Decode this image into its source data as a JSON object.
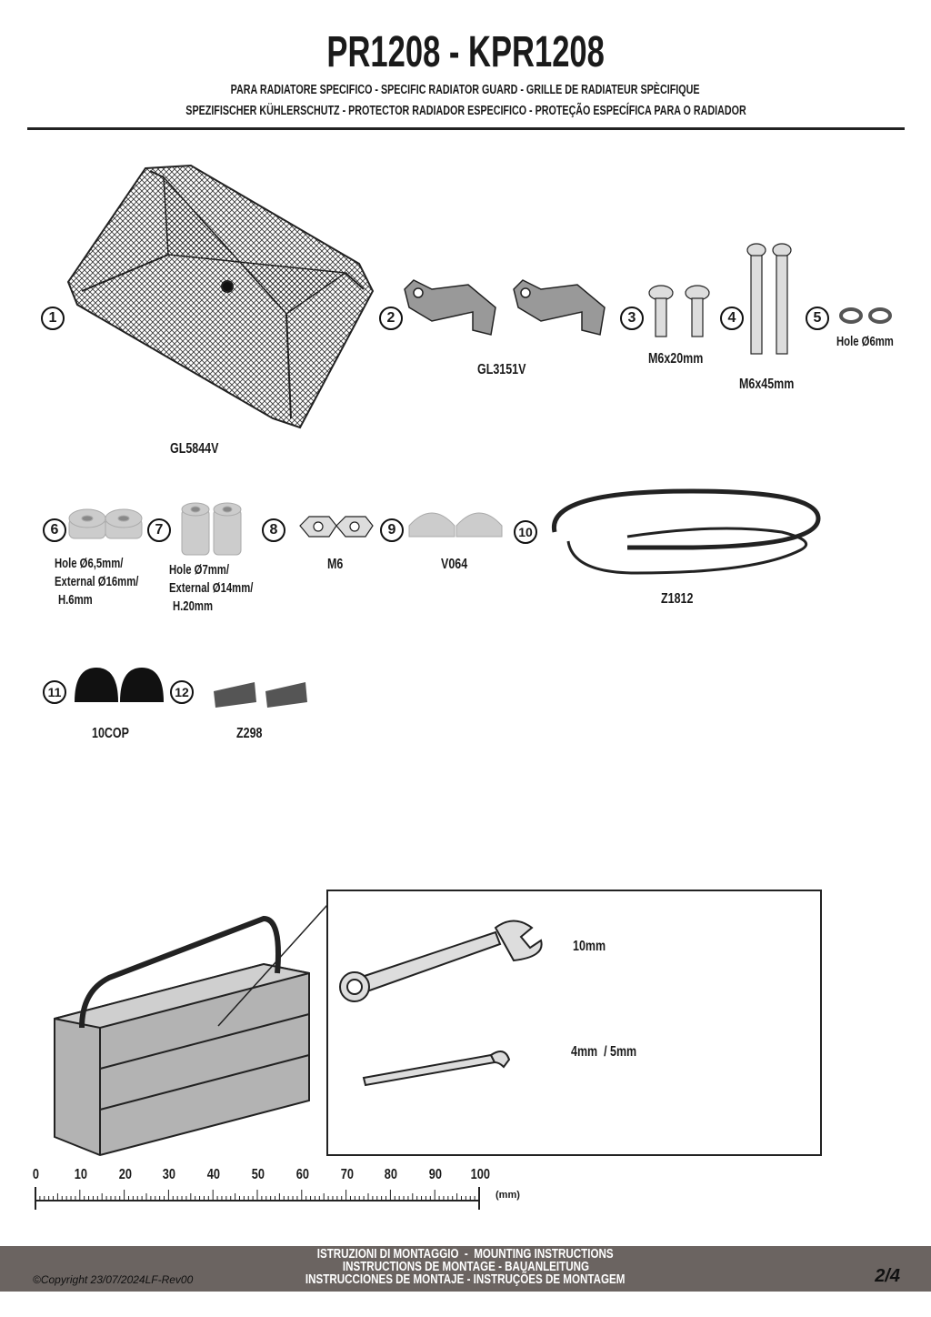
{
  "header": {
    "title": "PR1208 - KPR1208",
    "subtitle_line1": "PARA RADIATORE SPECIFICO - SPECIFIC RADIATOR GUARD - GRILLE DE RADIATEUR SPÈCIFIQUE",
    "subtitle_line2": "SPEZIFISCHER KÜHLERSCHUTZ - PROTECTOR RADIADOR ESPECIFICO - PROTEÇÃO ESPECÍFICA PARA O RADIADOR"
  },
  "parts": [
    {
      "number": "1",
      "label": "GL5844V"
    },
    {
      "number": "2",
      "label": "GL3151V"
    },
    {
      "number": "3",
      "label": "M6x20mm"
    },
    {
      "number": "4",
      "label": "M6x45mm"
    },
    {
      "number": "5",
      "label": "Hole Ø6mm"
    },
    {
      "number": "6",
      "label_lines": [
        "Hole Ø6,5mm/",
        "External Ø16mm/",
        "H.6mm"
      ]
    },
    {
      "number": "7",
      "label_lines": [
        "Hole Ø7mm/",
        "External Ø14mm/",
        "H.20mm"
      ]
    },
    {
      "number": "8",
      "label": "M6"
    },
    {
      "number": "9",
      "label": "V064"
    },
    {
      "number": "10",
      "label": "Z1812"
    },
    {
      "number": "11",
      "label": "10COP"
    },
    {
      "number": "12",
      "label": "Z298"
    }
  ],
  "tools": {
    "wrench_size": "10mm",
    "allen_size": "4mm  / 5mm"
  },
  "ruler": {
    "ticks": [
      "0",
      "10",
      "20",
      "30",
      "40",
      "50",
      "60",
      "70",
      "80",
      "90",
      "100"
    ],
    "unit": "(mm)"
  },
  "footer": {
    "line1": "ISTRUZIONI DI MONTAGGIO  -  MOUNTING INSTRUCTIONS",
    "line2": "INSTRUCTIONS DE MONTAGE - BAUANLEITUNG",
    "line3": "INSTRUCCIONES DE MONTAJE - INSTRUÇÕES DE MONTAGEM",
    "copyright": "©Copyright 23/07/2024LF-Rev00",
    "page": "2/4"
  },
  "colors": {
    "footer_bg": "#6b6461",
    "part_gray": "#c8c8c8"
  }
}
